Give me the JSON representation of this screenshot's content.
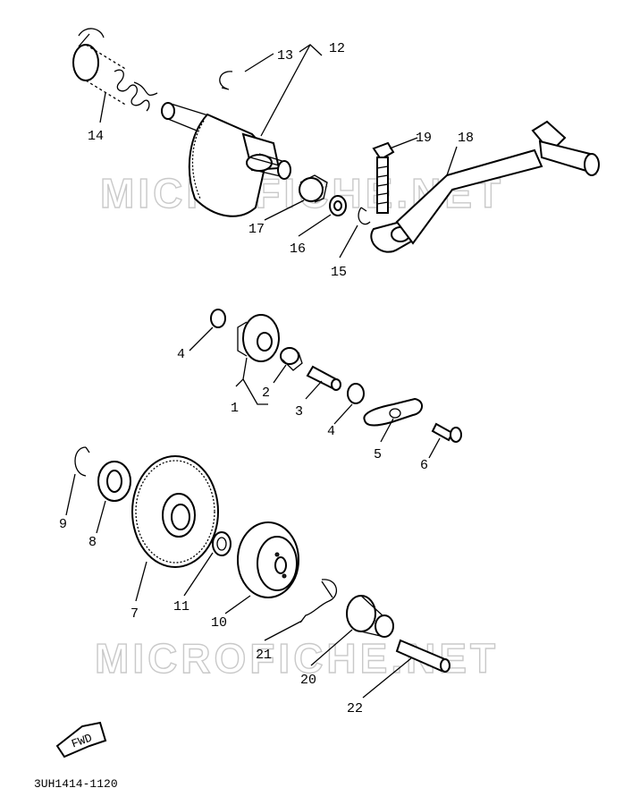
{
  "drawing_code": "3UH1414-1120",
  "watermarks": [
    "MICROFICHE.NET",
    "MICROFICHE.NET"
  ],
  "fwd_label": "FWD",
  "callouts": [
    {
      "id": "c1",
      "text": "1"
    },
    {
      "id": "c2",
      "text": "2"
    },
    {
      "id": "c3",
      "text": "3"
    },
    {
      "id": "c4a",
      "text": "4"
    },
    {
      "id": "c4b",
      "text": "4"
    },
    {
      "id": "c5",
      "text": "5"
    },
    {
      "id": "c6",
      "text": "6"
    },
    {
      "id": "c7",
      "text": "7"
    },
    {
      "id": "c8",
      "text": "8"
    },
    {
      "id": "c9",
      "text": "9"
    },
    {
      "id": "c10",
      "text": "10"
    },
    {
      "id": "c11",
      "text": "11"
    },
    {
      "id": "c12",
      "text": "12"
    },
    {
      "id": "c13",
      "text": "13"
    },
    {
      "id": "c14",
      "text": "14"
    },
    {
      "id": "c15",
      "text": "15"
    },
    {
      "id": "c16",
      "text": "16"
    },
    {
      "id": "c17",
      "text": "17"
    },
    {
      "id": "c18",
      "text": "18"
    },
    {
      "id": "c19",
      "text": "19"
    },
    {
      "id": "c20",
      "text": "20"
    },
    {
      "id": "c21",
      "text": "21"
    },
    {
      "id": "c22",
      "text": "22"
    }
  ]
}
